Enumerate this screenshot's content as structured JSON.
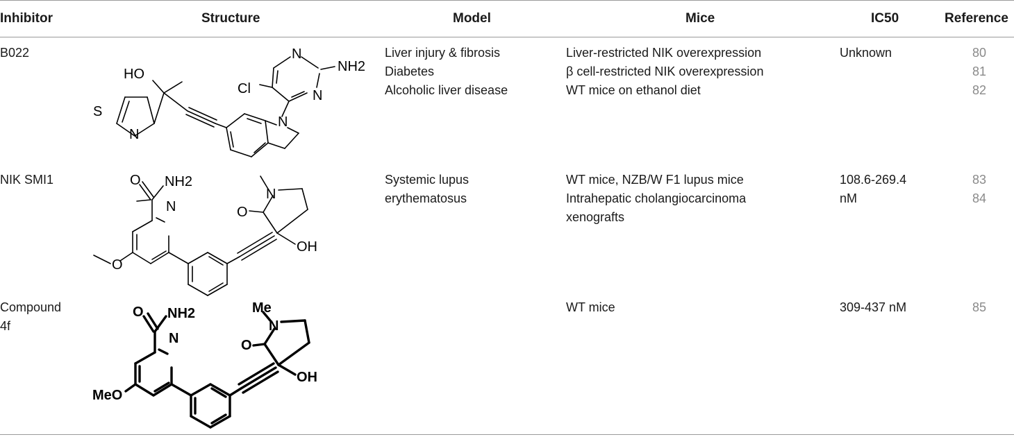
{
  "table": {
    "headers": [
      "Inhibitor",
      "Structure",
      "Model",
      "Mice",
      "IC50",
      "Reference"
    ],
    "rows": [
      {
        "inhibitor": [
          "B022"
        ],
        "model": [
          "Liver injury & fibrosis",
          "Diabetes",
          "Alcoholic liver disease"
        ],
        "mice": [
          "Liver-restricted NIK overexpression",
          "β cell-restricted NIK overexpression",
          "WT mice on ethanol diet"
        ],
        "ic50": [
          "Unknown"
        ],
        "refs": [
          "80",
          "81",
          "82"
        ],
        "structure_labels": [
          "HO",
          "S",
          "N",
          "Cl",
          "N",
          "N",
          "NH2",
          "N"
        ]
      },
      {
        "inhibitor": [
          "NIK SMI1"
        ],
        "model": [
          "Systemic lupus",
          "erythematosus"
        ],
        "mice": [
          "WT mice, NZB/W F1 lupus mice",
          "Intrahepatic cholangiocarcinoma",
          "xenografts"
        ],
        "ic50": [
          "108.6-269.4",
          "nM"
        ],
        "refs": [
          "83",
          "84"
        ],
        "structure_labels": [
          "O",
          "NH2",
          "N",
          "O",
          "N",
          "O",
          "OH"
        ]
      },
      {
        "inhibitor": [
          "Compound",
          "4f"
        ],
        "model": [],
        "mice": [
          "WT mice"
        ],
        "ic50": [
          "309-437 nM"
        ],
        "refs": [
          "85"
        ],
        "structure_labels": [
          "O",
          "NH2",
          "N",
          "MeO",
          "Me",
          "N",
          "O",
          "OH"
        ]
      }
    ]
  }
}
